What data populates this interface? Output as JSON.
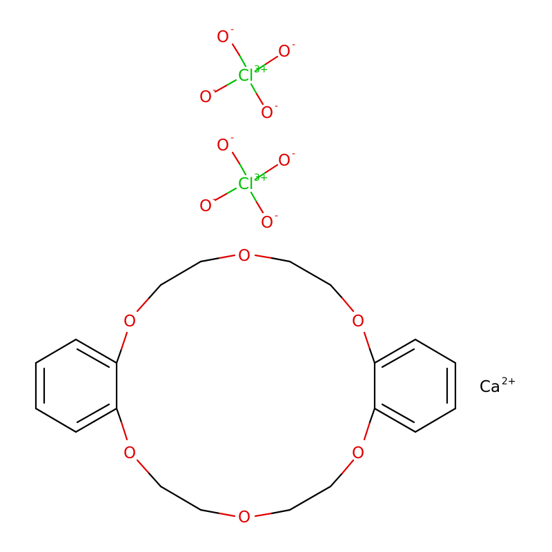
{
  "colors": {
    "oxygen": "#e00000",
    "chlorine": "#00c000",
    "carbon_bond": "#000000",
    "calcium": "#000000",
    "background": "#ffffff"
  },
  "atoms": {
    "oxygen_symbol": "O",
    "oxygen_charge": "-",
    "chlorine_symbol": "Cl",
    "chlorine_charge": "3+",
    "calcium_symbol": "Ca",
    "calcium_charge": "2+"
  }
}
